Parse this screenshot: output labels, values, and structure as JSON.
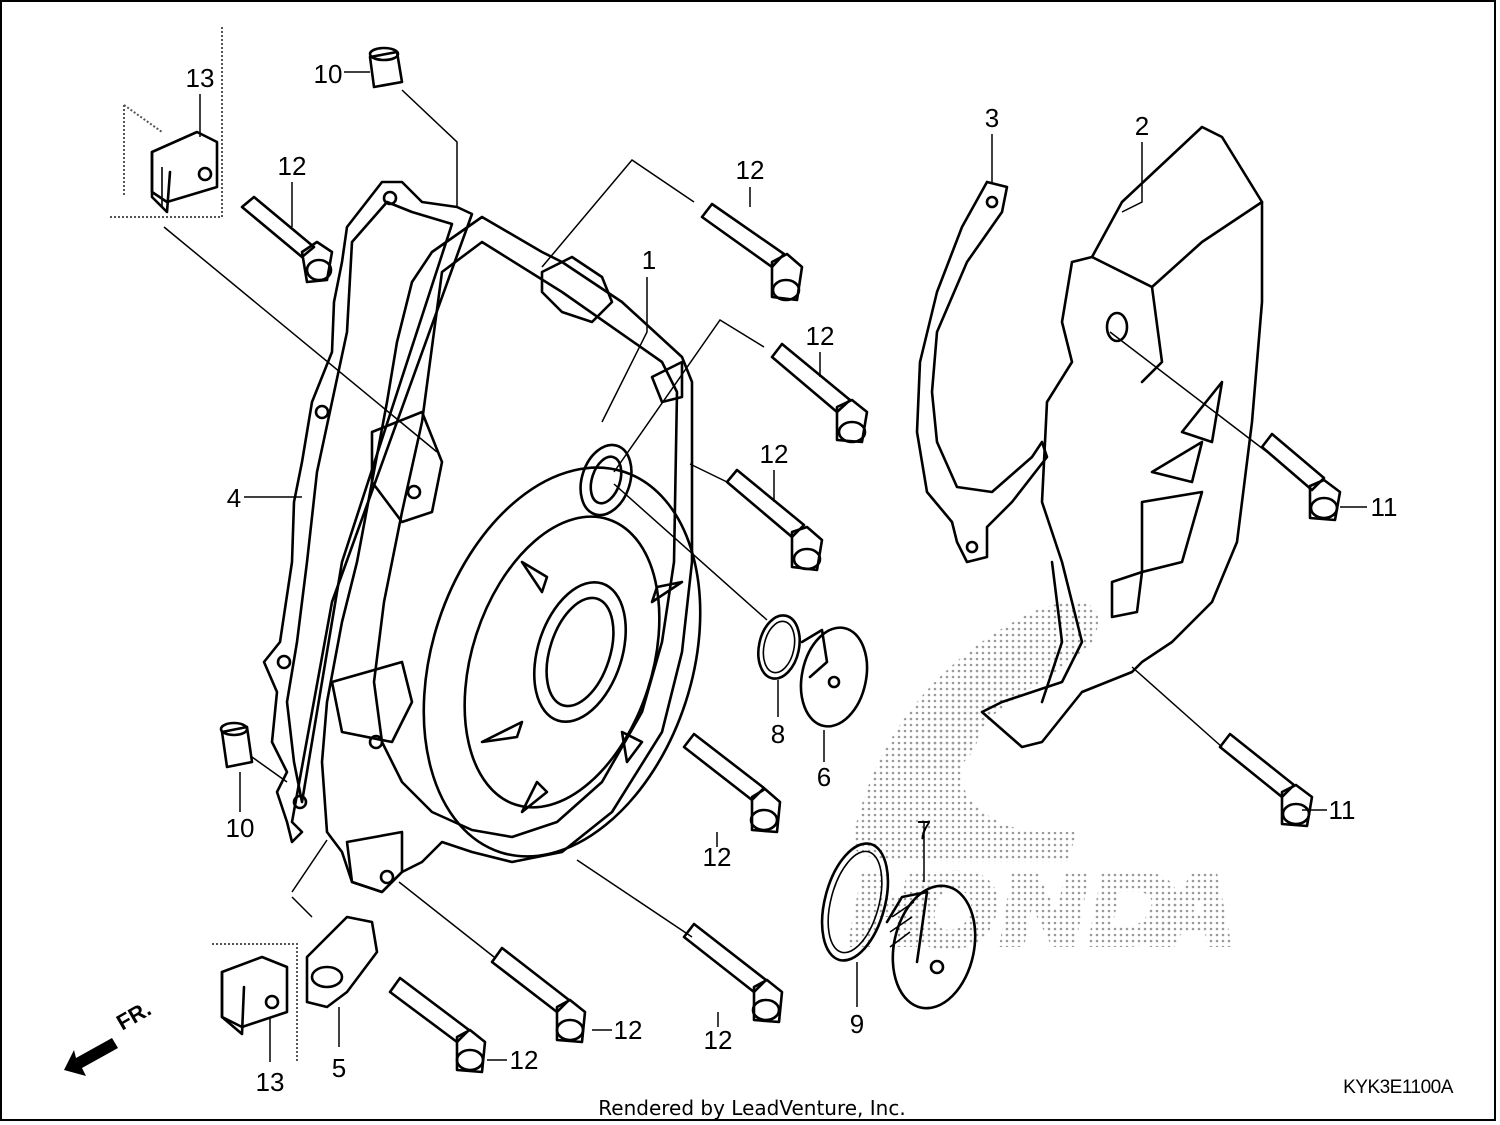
{
  "callouts": {
    "c1": "1",
    "c2": "2",
    "c3": "3",
    "c4": "4",
    "c5": "5",
    "c6": "6",
    "c7": "7",
    "c8": "8",
    "c9": "9",
    "c10a": "10",
    "c10b": "10",
    "c11a": "11",
    "c11b": "11",
    "c12a": "12",
    "c12b": "12",
    "c12c": "12",
    "c12d": "12",
    "c12e": "12",
    "c12f": "12",
    "c12g": "12",
    "c12h": "12",
    "c13a": "13",
    "c13b": "13"
  },
  "direction_marker": "FR.",
  "drawing_code": "KYK3E1100A",
  "credit": "Rendered by LeadVenture, Inc.",
  "watermark_brand": "HONDA",
  "colors": {
    "line": "#000000",
    "background": "#ffffff",
    "watermark": "#9a9a9a"
  }
}
